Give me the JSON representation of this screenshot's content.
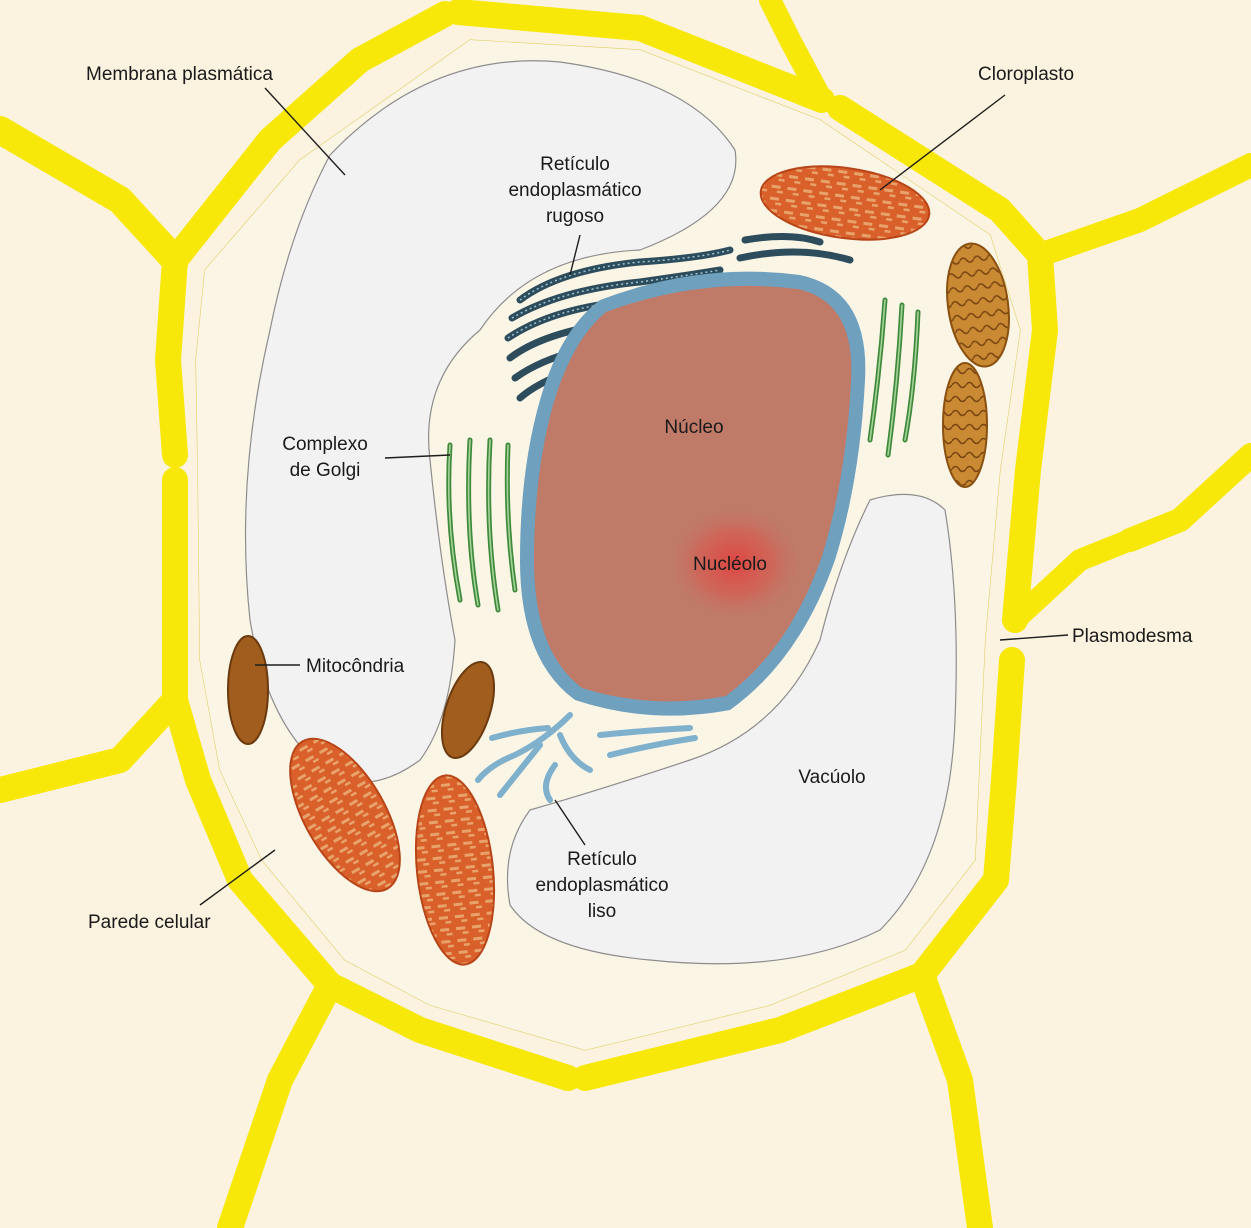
{
  "labels": {
    "membrana_plasmatica": "Membrana plasmática",
    "cloroplasto": "Cloroplasto",
    "reticulo_rugoso": [
      "Retículo",
      "endoplasmático",
      "rugoso"
    ],
    "complexo_golgi": [
      "Complexo",
      "de Golgi"
    ],
    "nucleo": "Núcleo",
    "nucleolo": "Nucléolo",
    "mitocondria": "Mitocôndria",
    "plasmodesma": "Plasmodesma",
    "vacuolo": "Vacúolo",
    "reticulo_liso": [
      "Retículo",
      "endoplasmático",
      "liso"
    ],
    "parede_celular": "Parede celular"
  },
  "colors": {
    "background": "#fbf3df",
    "cell_wall": "#f7e80a",
    "cytoplasm": "#fbf5e6",
    "vacuole": "#f1f1f1",
    "nucleus": "#c07a68",
    "nuclear_envelope": "#6fa0bd",
    "rough_er": "#2e4d5c",
    "smooth_er": "#7fb0cc",
    "golgi": "#3f8a3a",
    "chloroplast": "#d65a22",
    "mitochondria": "#b8702a"
  }
}
